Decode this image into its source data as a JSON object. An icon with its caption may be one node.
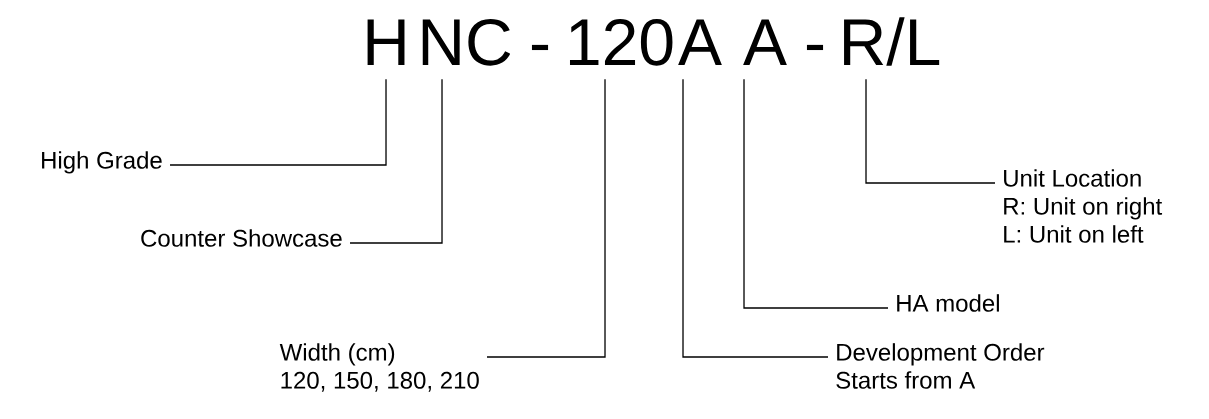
{
  "diagram": {
    "nodes": [
      {
        "text": [
          "H"
        ]
      },
      {
        "text": [
          "NC"
        ]
      },
      {
        "text": [
          "120"
        ]
      },
      {
        "text": [
          "A"
        ]
      },
      {
        "text": [
          "A"
        ]
      },
      {
        "text": [
          "R/L"
        ]
      },
      {
        "text": [
          "High Grade"
        ]
      },
      {
        "text": [
          "Unit Location",
          "R: Unit on right",
          "L: Unit on left"
        ]
      },
      {
        "text": [
          "Counter Showcase"
        ]
      },
      {
        "text": [
          "HA model"
        ]
      },
      {
        "text": [
          "Width (cm)",
          "120, 150, 180, 210"
        ]
      },
      {
        "text": [
          "Development Order",
          "Starts from A"
        ]
      }
    ],
    "edges": [
      {
        "from": 6,
        "to": 0,
        "arrow": "none"
      },
      {
        "from": 7,
        "to": 5,
        "arrow": "none"
      },
      {
        "from": 8,
        "to": 1,
        "arrow": "none"
      },
      {
        "from": 9,
        "to": 4,
        "arrow": "none"
      },
      {
        "from": 10,
        "to": 2,
        "arrow": "none"
      },
      {
        "from": 11,
        "to": 3,
        "arrow": "none"
      }
    ],
    "labels": [
      "-",
      "-"
    ]
  }
}
